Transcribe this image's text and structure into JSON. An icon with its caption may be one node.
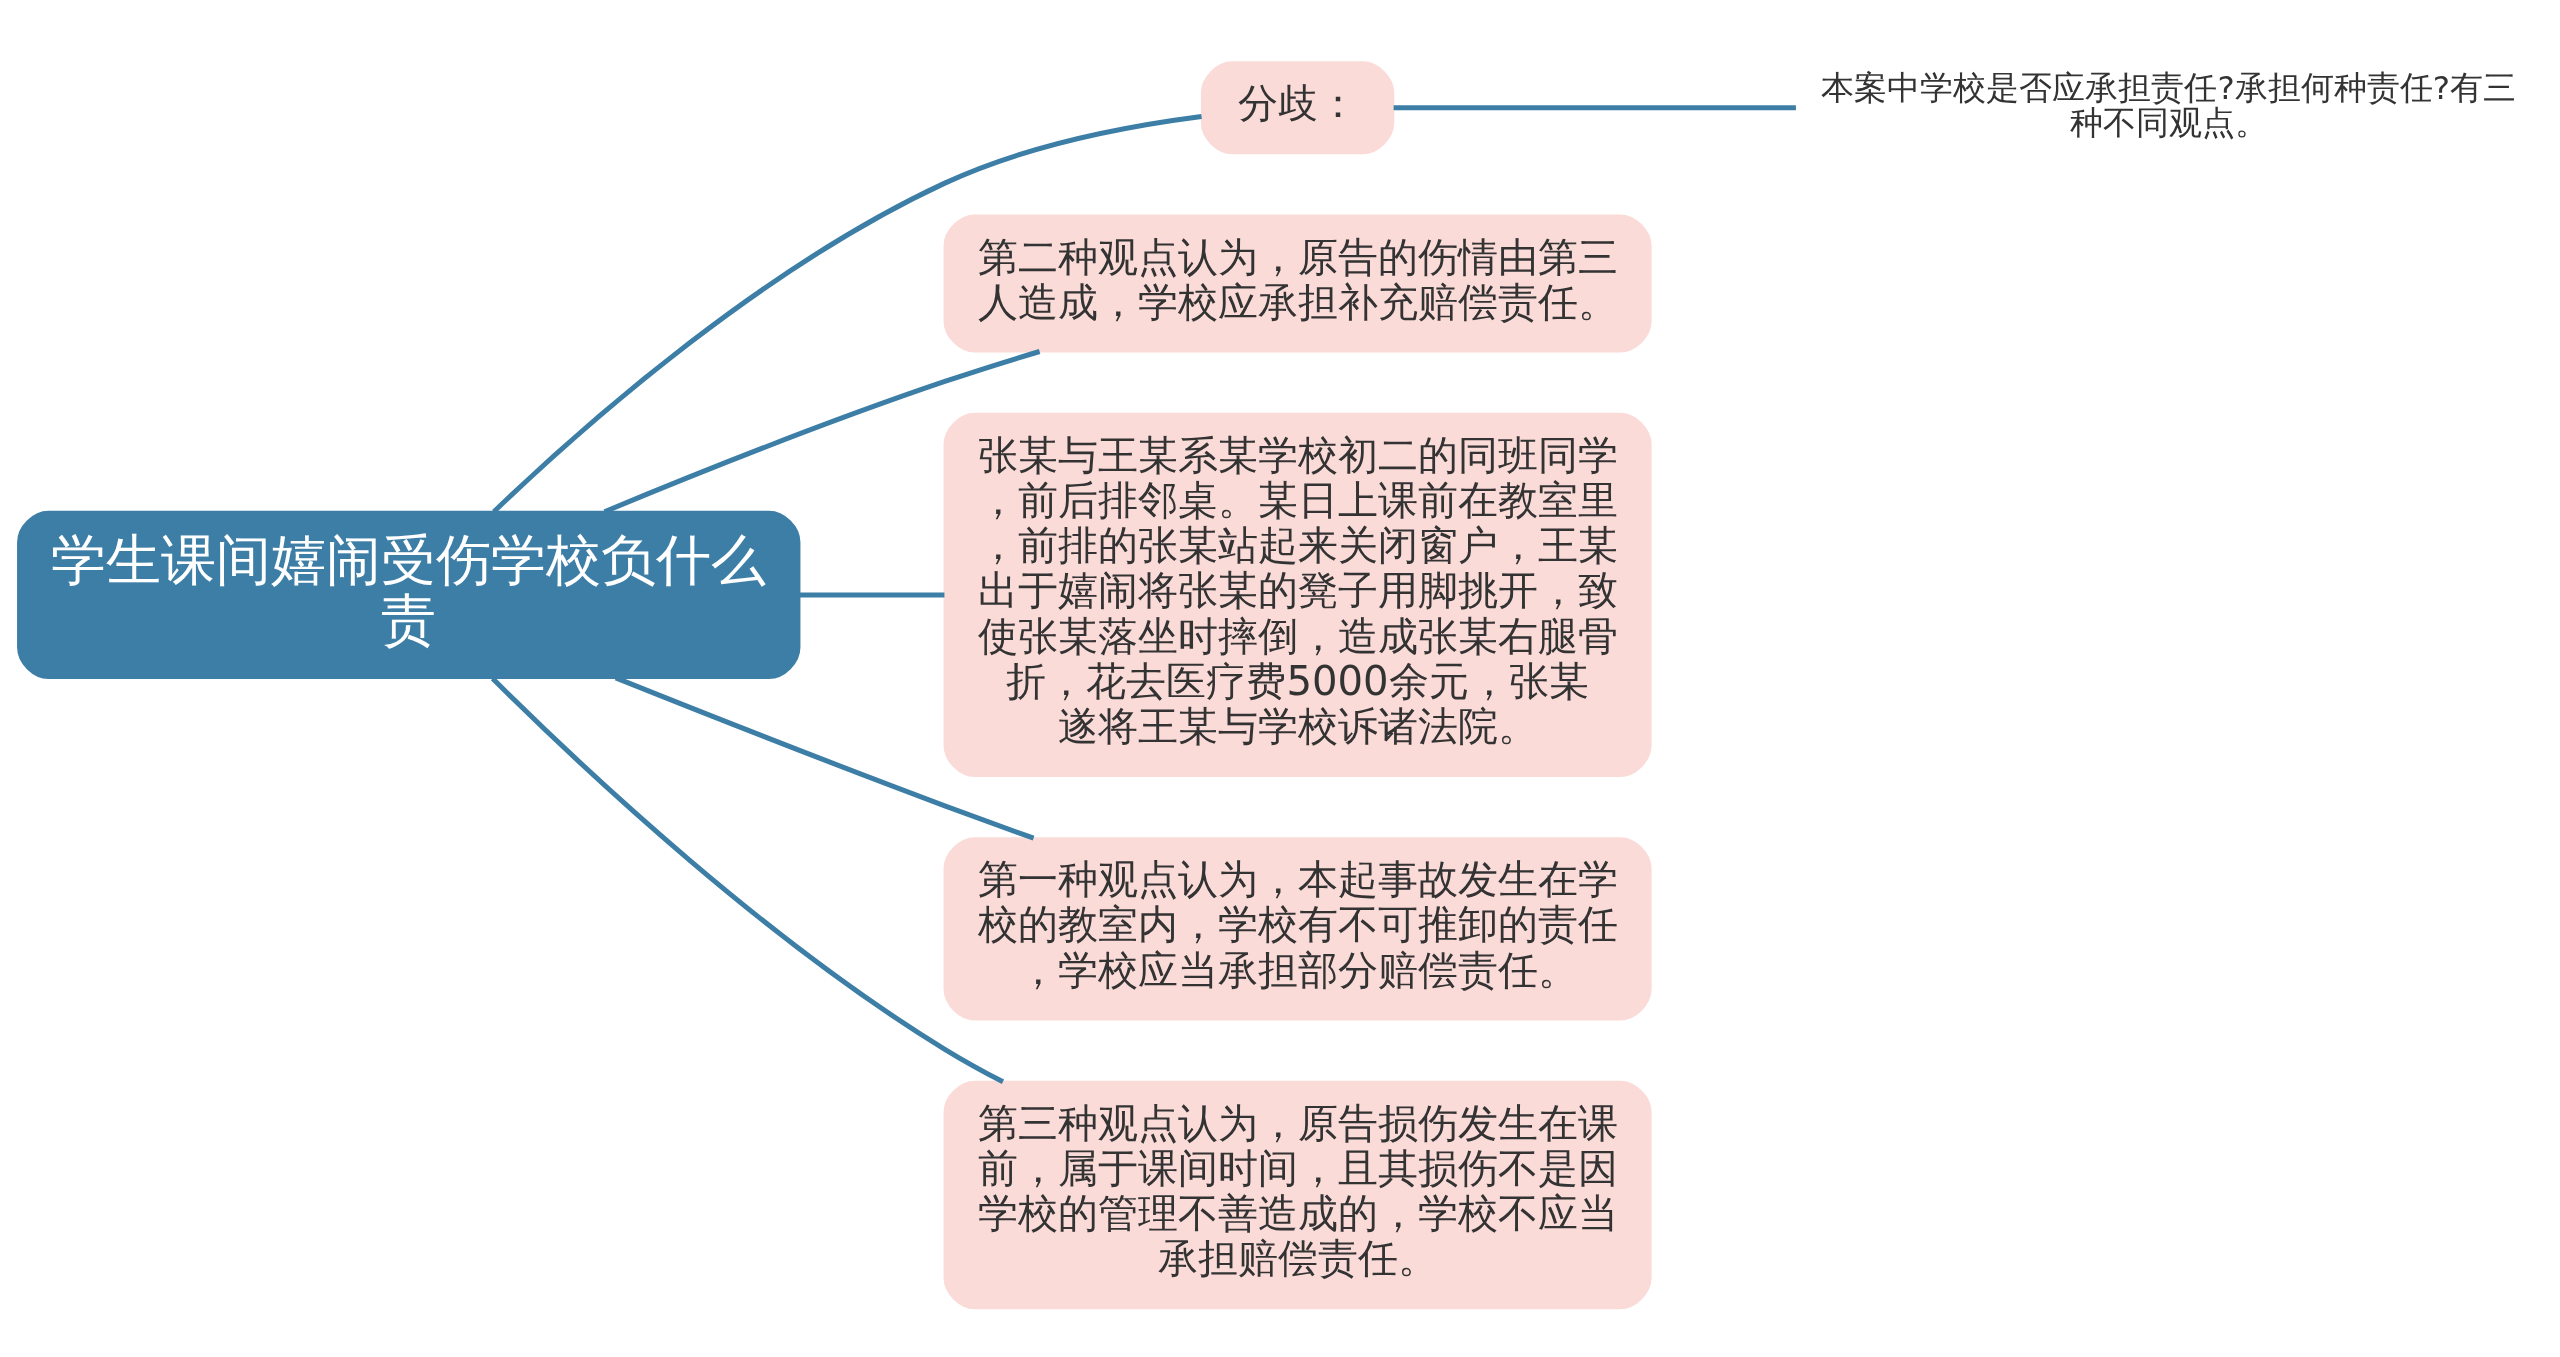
{
  "diagram": {
    "nodes": [
      {
        "text": [
          "学生课间嬉闹受伤学校负什么责"
        ]
      },
      {
        "text": [
          "分歧："
        ]
      },
      {
        "text": [
          "本案中学校是否应承担责任?承担何种责任?有三种不同观点。"
        ]
      },
      {
        "text": [
          "第二种观点认为，原告的伤情由第三人造成，学校应承担补充赔偿责任。"
        ]
      },
      {
        "text": [
          "张某与王某系某学校初二的同班同学，前后排邻桌。某日上课前在教室里，前排的张某站起来关闭窗户，王某出于嬉闹将张某的凳子用脚挑开，致使张某落坐时摔倒，造成张某右腿骨折，花去医疗费5000余元，张某遂将王某与学校诉诸法院。"
        ]
      },
      {
        "text": [
          "第一种观点认为，本起事故发生在学校的教室内，学校有不可推卸的责任，学校应当承担部分赔偿责任。"
        ]
      },
      {
        "text": [
          "第三种观点认为，原告损伤发生在课前，属于课间时间，且其损伤不是因学校的管理不善造成的，学校不应当承担赔偿责任。"
        ]
      }
    ],
    "edges": [
      {
        "from": 0,
        "to": 1,
        "arrow": "none"
      },
      {
        "from": 1,
        "to": 2,
        "arrow": "none"
      },
      {
        "from": 0,
        "to": 3,
        "arrow": "none"
      },
      {
        "from": 0,
        "to": 4,
        "arrow": "none"
      },
      {
        "from": 0,
        "to": 5,
        "arrow": "none"
      },
      {
        "from": 0,
        "to": 6,
        "arrow": "none"
      }
    ]
  }
}
